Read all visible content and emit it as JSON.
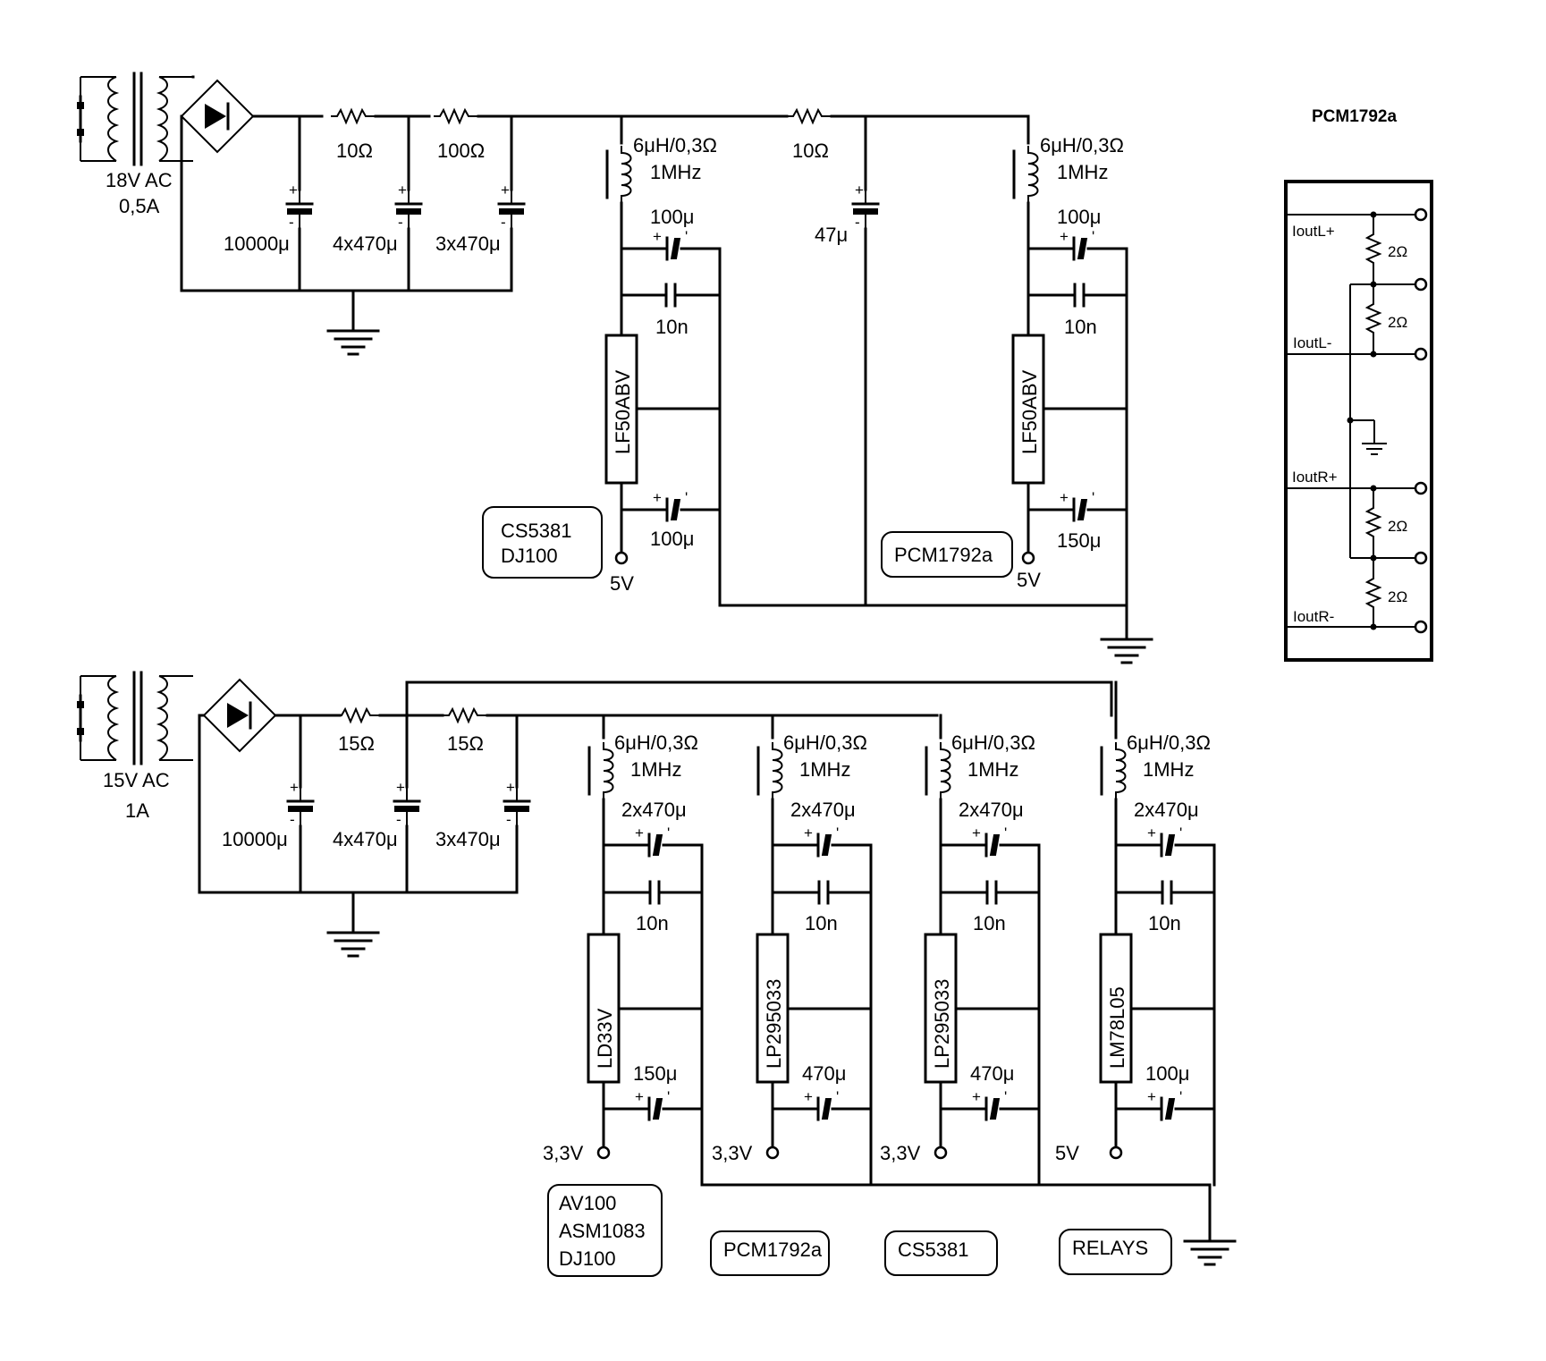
{
  "supply1": {
    "transformer": "18V  AC",
    "current": "0,5A",
    "r1": "10Ω",
    "r2": "100Ω",
    "r3": "10Ω",
    "c_bulk": "10000μ",
    "c2": "4x470μ",
    "c3": "3x470μ",
    "c_mid": "47μ",
    "ch_a": {
      "inductor": "6μH/0,3Ω",
      "freq": "1MHz",
      "c_in": "100μ",
      "c_hf": "10n",
      "regulator": "LF50ABV",
      "c_out": "100μ",
      "vout": "5V",
      "load": [
        "CS5381",
        "DJ100"
      ]
    },
    "ch_b": {
      "inductor": "6μH/0,3Ω",
      "freq": "1MHz",
      "c_in": "100μ",
      "c_hf": "10n",
      "regulator": "LF50ABV",
      "c_out": "150μ",
      "vout": "5V",
      "load": [
        "PCM1792a"
      ]
    }
  },
  "supply2": {
    "transformer": "15V  AC",
    "current": "1A",
    "r1": "15Ω",
    "r2": "15Ω",
    "c_bulk": "10000μ",
    "c2": "4x470μ",
    "c3": "3x470μ",
    "channels": [
      {
        "inductor": "6μH/0,3Ω",
        "freq": "1MHz",
        "c_in": "2x470μ",
        "c_hf": "10n",
        "regulator": "LD33V",
        "c_out": "150μ",
        "vout": "3,3V",
        "load": [
          "AV100",
          "ASM1083",
          "DJ100"
        ]
      },
      {
        "inductor": "6μH/0,3Ω",
        "freq": "1MHz",
        "c_in": "2x470μ",
        "c_hf": "10n",
        "regulator": "LP295033",
        "c_out": "470μ",
        "vout": "3,3V",
        "load": [
          "PCM1792a"
        ]
      },
      {
        "inductor": "6μH/0,3Ω",
        "freq": "1MHz",
        "c_in": "2x470μ",
        "c_hf": "10n",
        "regulator": "LP295033",
        "c_out": "470μ",
        "vout": "3,3V",
        "load": [
          "CS5381"
        ]
      },
      {
        "inductor": "6μH/0,3Ω",
        "freq": "1MHz",
        "c_in": "2x470μ",
        "c_hf": "10n",
        "regulator": "LM78L05",
        "c_out": "100μ",
        "vout": "5V",
        "load": [
          "RELAYS"
        ]
      }
    ]
  },
  "output_network": {
    "title": "PCM1792a",
    "pins": [
      "IoutL+",
      "IoutL-",
      "IoutR+",
      "IoutR-"
    ],
    "resistors": [
      "2Ω",
      "2Ω",
      "2Ω",
      "2Ω"
    ]
  }
}
